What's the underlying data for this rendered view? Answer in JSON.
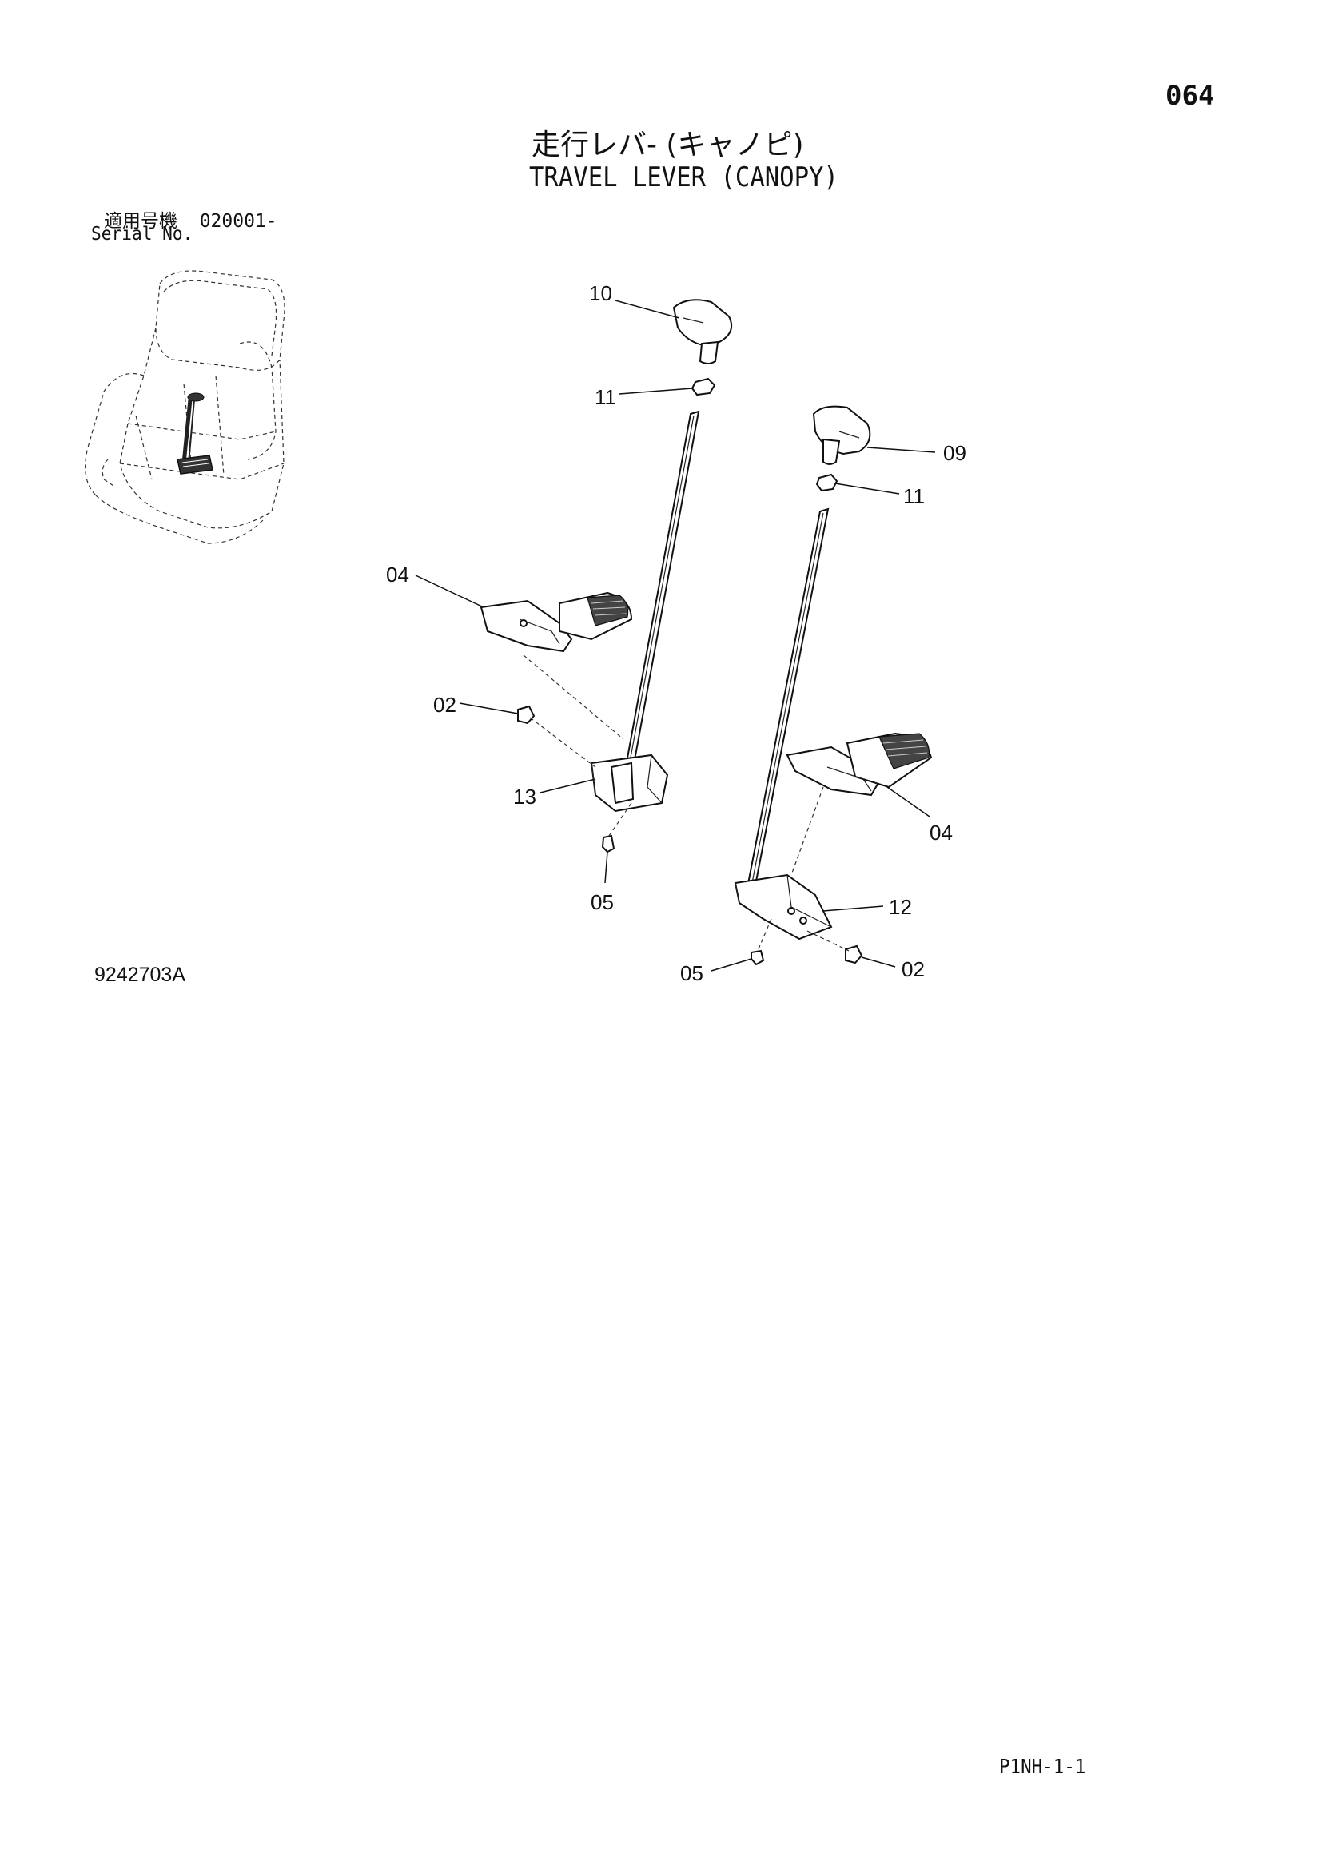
{
  "page": {
    "number": "064",
    "title_jp": "走行レバ- (キャノピ)",
    "title_en": "TRAVEL LEVER (CANOPY)",
    "serial_label_jp": "適用号機",
    "serial_value": "020001-",
    "serial_label_en": "Serial No.",
    "drawing_number": "9242703A",
    "footer_code": "P1NH-1-1"
  },
  "callouts": [
    {
      "id": "knob-left",
      "label": "10"
    },
    {
      "id": "nut-left",
      "label": "11"
    },
    {
      "id": "knob-right",
      "label": "09"
    },
    {
      "id": "nut-right",
      "label": "11"
    },
    {
      "id": "pedal-left",
      "label": "04"
    },
    {
      "id": "bolt-left",
      "label": "02"
    },
    {
      "id": "bracket-left",
      "label": "13"
    },
    {
      "id": "screw-left",
      "label": "05"
    },
    {
      "id": "pedal-right",
      "label": "04"
    },
    {
      "id": "bracket-right",
      "label": "12"
    },
    {
      "id": "screw-right",
      "label": "05"
    },
    {
      "id": "bolt-right",
      "label": "02"
    }
  ]
}
